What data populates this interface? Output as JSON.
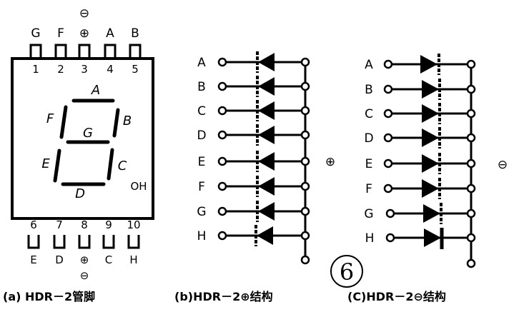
{
  "panel_a": {
    "caption": "(a) HDR－2管脚",
    "top_pins": [
      {
        "num": "1",
        "label": "G"
      },
      {
        "num": "2",
        "label": "F"
      },
      {
        "num": "3",
        "label": "⊕"
      },
      {
        "num": "4",
        "label": "A"
      },
      {
        "num": "5",
        "label": "B"
      }
    ],
    "top_extra": "⊖",
    "bottom_pins": [
      {
        "num": "6",
        "label": "E"
      },
      {
        "num": "7",
        "label": "D"
      },
      {
        "num": "8",
        "label": "⊕"
      },
      {
        "num": "9",
        "label": "C"
      },
      {
        "num": "10",
        "label": "H"
      }
    ],
    "bottom_extra": "⊖",
    "segments": {
      "a": "A",
      "b": "B",
      "c": "C",
      "d": "D",
      "e": "E",
      "f": "F",
      "g": "G",
      "dp": "OH"
    }
  },
  "panel_b": {
    "caption": "(b)HDR－2⊕结构",
    "rows": [
      "A",
      "B",
      "C",
      "D",
      "E",
      "F",
      "G",
      "H"
    ],
    "common_symbol": "⊕"
  },
  "panel_c": {
    "caption": "(C)HDR－2⊖结构",
    "rows": [
      "A",
      "B",
      "C",
      "D",
      "E",
      "F",
      "G",
      "H"
    ],
    "common_symbol": "⊖"
  },
  "figure_number": "6"
}
